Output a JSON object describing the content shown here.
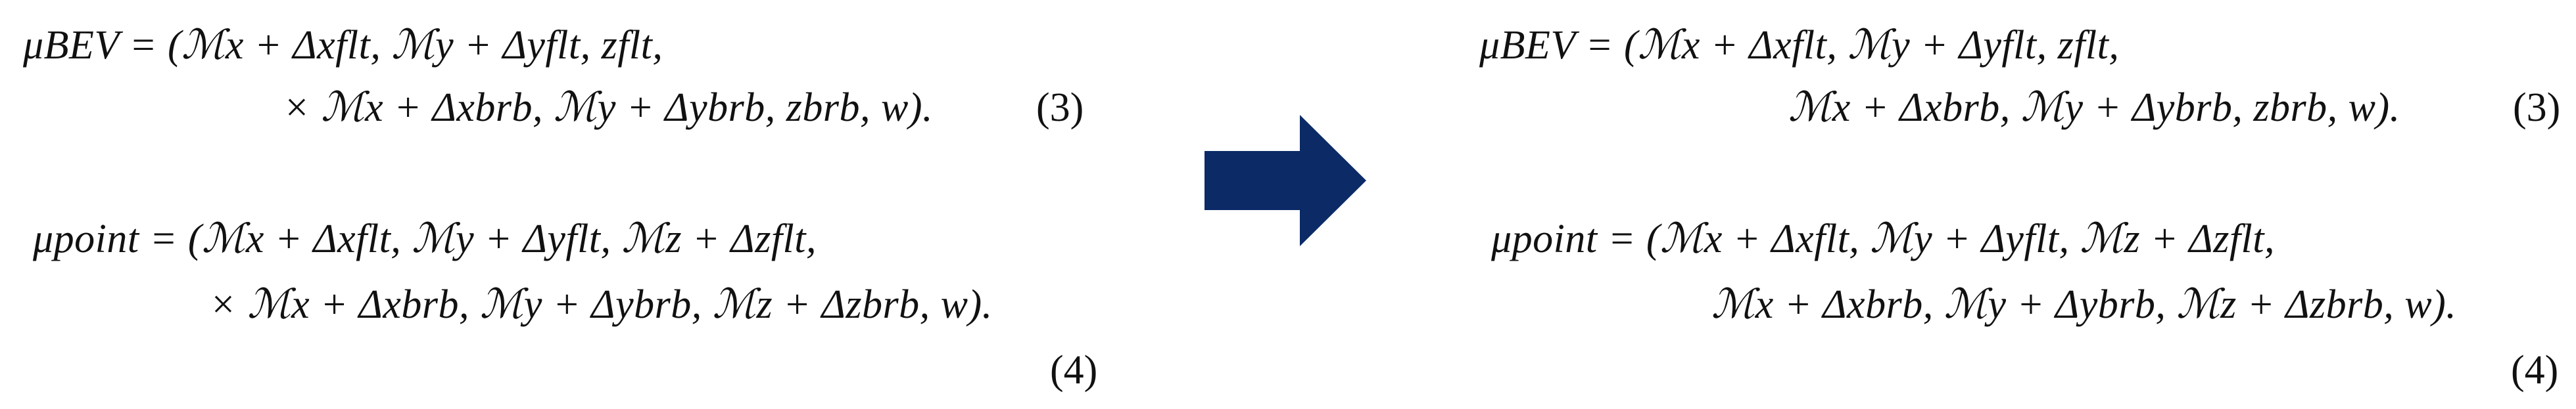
{
  "left": {
    "eq3_line1": "μBEV = (ℳx + Δxflt, ℳy + Δyflt, zflt,",
    "eq3_line2": "× ℳx + Δxbrb, ℳy + Δybrb, zbrb, w).",
    "eq3_number": "(3)",
    "eq4_line1": "μpoint = (ℳx + Δxflt, ℳy + Δyflt, ℳz + Δzflt,",
    "eq4_line2": "× ℳx + Δxbrb, ℳy + Δybrb, ℳz + Δzbrb, w).",
    "eq4_number": "(4)"
  },
  "right": {
    "eq3_line1": "μBEV = (ℳx + Δxflt, ℳy + Δyflt, zflt,",
    "eq3_line2": "ℳx + Δxbrb, ℳy + Δybrb, zbrb, w).",
    "eq3_number": "(3)",
    "eq4_line1": "μpoint = (ℳx + Δxflt, ℳy + Δyflt, ℳz + Δzflt,",
    "eq4_line2": "ℳx + Δxbrb, ℳy + Δybrb, ℳz + Δzbrb, w).",
    "eq4_number": "(4)"
  },
  "arrow": {
    "icon": "right-arrow-icon",
    "color": "#0b2a66"
  }
}
